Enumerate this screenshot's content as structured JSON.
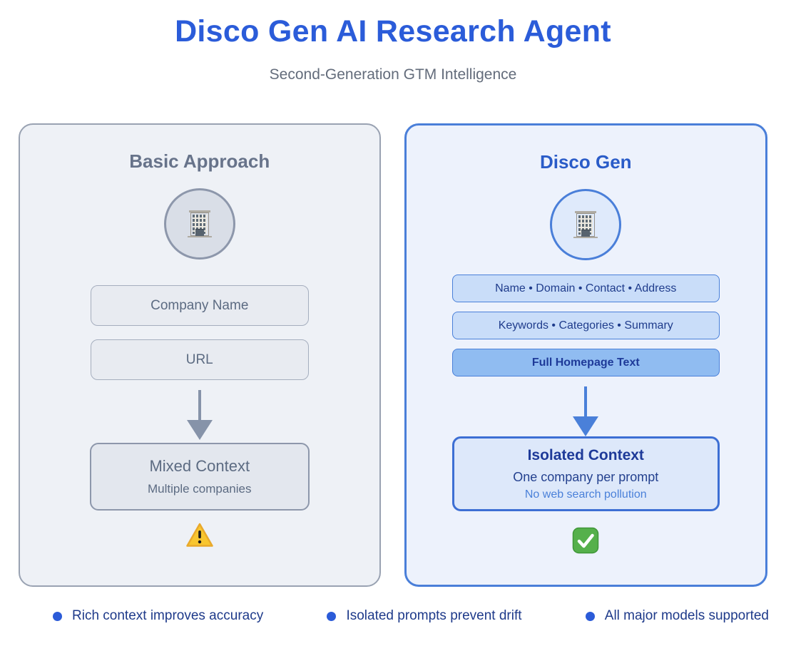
{
  "header": {
    "title": "Disco Gen AI Research Agent",
    "subtitle": "Second-Generation GTM Intelligence"
  },
  "panels": {
    "basic": {
      "title": "Basic Approach",
      "icon": "office-building-icon",
      "boxes": [
        "Company Name",
        "URL"
      ],
      "result": {
        "title": "Mixed Context",
        "subtitle": "Multiple companies"
      },
      "status_icon": "warning-icon"
    },
    "disco": {
      "title": "Disco Gen",
      "icon": "office-building-icon",
      "boxes": [
        "Name • Domain • Contact • Address",
        "Keywords • Categories • Summary",
        "Full Homepage Text"
      ],
      "result": {
        "title": "Isolated Context",
        "subtitle": "One company per prompt",
        "note": "No web search pollution"
      },
      "status_icon": "check-mark-icon"
    }
  },
  "footer": {
    "items": [
      "Rich context improves accuracy",
      "Isolated prompts prevent drift",
      "All major models supported"
    ]
  },
  "colors": {
    "title_blue": "#2B5CD9",
    "accent_blue": "#4A80D9",
    "navy_text": "#1E3A99",
    "slate_text": "#5C6B82",
    "panel_gray_border": "#99A2B2",
    "warning_yellow": "#F8C630",
    "success_green": "#55B04B"
  }
}
